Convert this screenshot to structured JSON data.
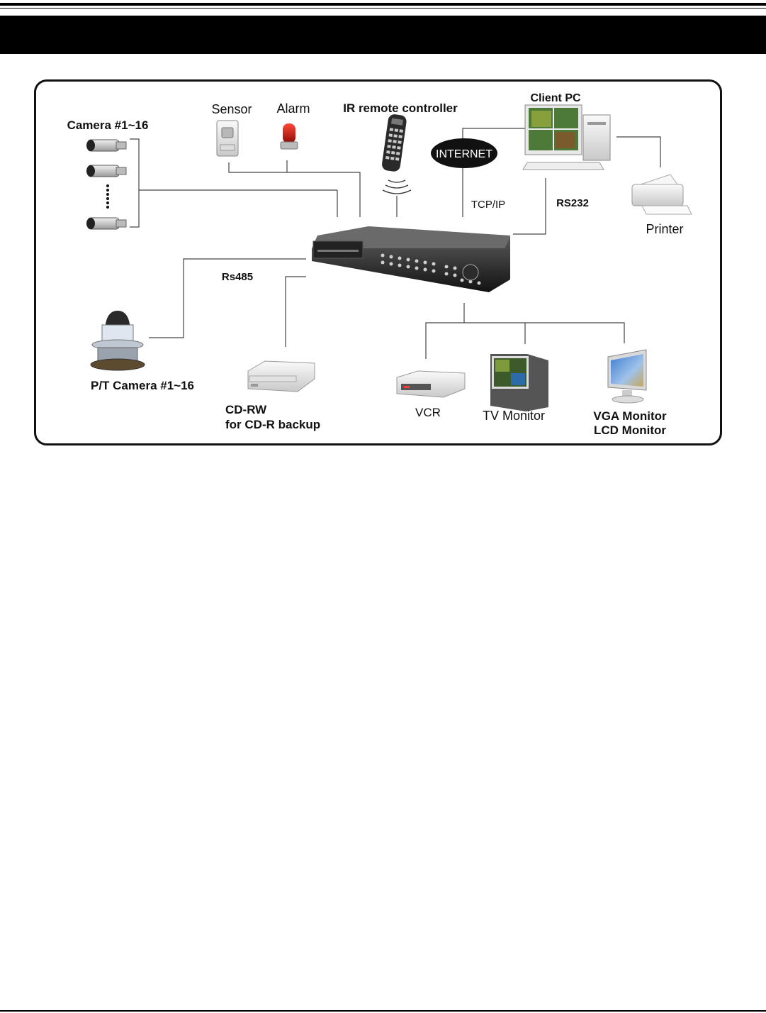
{
  "labels": {
    "camera": "Camera #1~16",
    "sensor": "Sensor",
    "alarm": "Alarm",
    "ir_remote": "IR remote controller",
    "client_pc": "Client PC",
    "internet": "INTERNET",
    "tcpip": "TCP/IP",
    "rs232": "RS232",
    "printer": "Printer",
    "rs485": "Rs485",
    "pt_camera": "P/T Camera #1~16",
    "cdrw_line1": "CD-RW",
    "cdrw_line2": "for CD-R backup",
    "vcr": "VCR",
    "tv_monitor": "TV Monitor",
    "vga_line1": "VGA Monitor",
    "vga_line2": "LCD Monitor"
  },
  "icons": {
    "camera": "cctv-camera-icon",
    "sensor": "motion-sensor-icon",
    "alarm": "alarm-siren-icon",
    "remote": "ir-remote-icon",
    "pc": "desktop-pc-icon",
    "printer": "printer-icon",
    "dvr": "dvr-recorder-icon",
    "ptz": "ptz-dome-camera-icon",
    "cdrw": "cd-rw-drive-icon",
    "vcr": "vcr-icon",
    "tv": "crt-monitor-icon",
    "lcd": "lcd-monitor-icon"
  }
}
